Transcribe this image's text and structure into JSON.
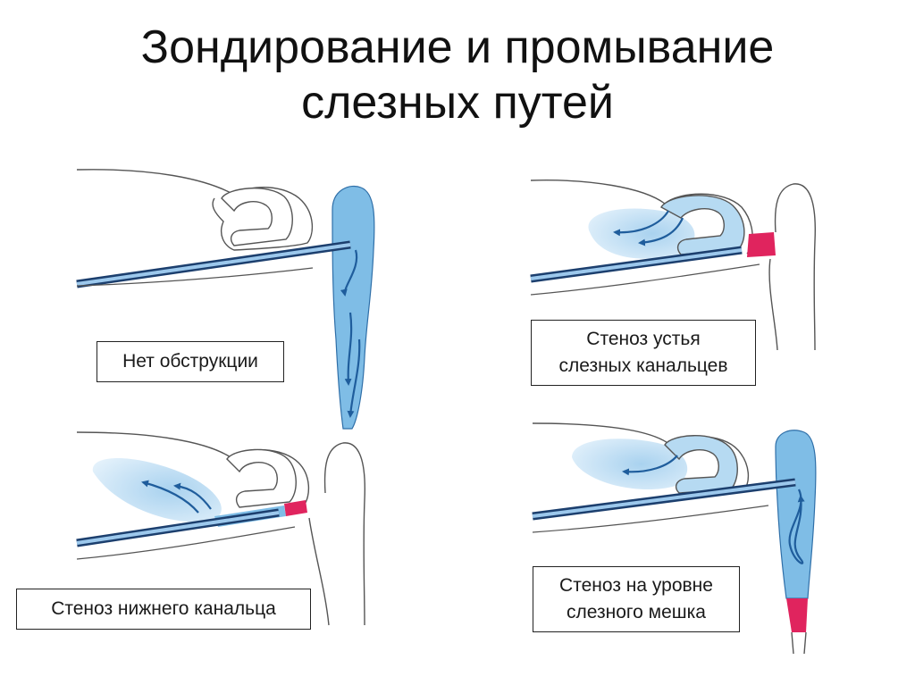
{
  "title": {
    "line1": "Зондирование и промывание",
    "line2": "слезных путей"
  },
  "panels": [
    {
      "id": "no-obstruction",
      "label_lines": [
        "Нет обструкции"
      ]
    },
    {
      "id": "punctum-stenosis",
      "label_lines": [
        "Стеноз устья",
        "слезных канальцев"
      ]
    },
    {
      "id": "lower-canaliculus-stenosis",
      "label_lines": [
        "Стеноз нижнего канальца"
      ]
    },
    {
      "id": "sac-level-stenosis",
      "label_lines": [
        "Стеноз на уровне",
        "слезного мешка"
      ]
    }
  ],
  "colors": {
    "fluid_blue": "#7fbde6",
    "fluid_blue_light": "#cfe6f6",
    "fluid_outline": "#2f6fa8",
    "arrow_blue": "#1f5d9c",
    "stenosis_red": "#e0245e",
    "tissue_outline": "#555555",
    "probe": "#1c3f6e"
  },
  "icons": [
    "flow-arrow-icon"
  ]
}
